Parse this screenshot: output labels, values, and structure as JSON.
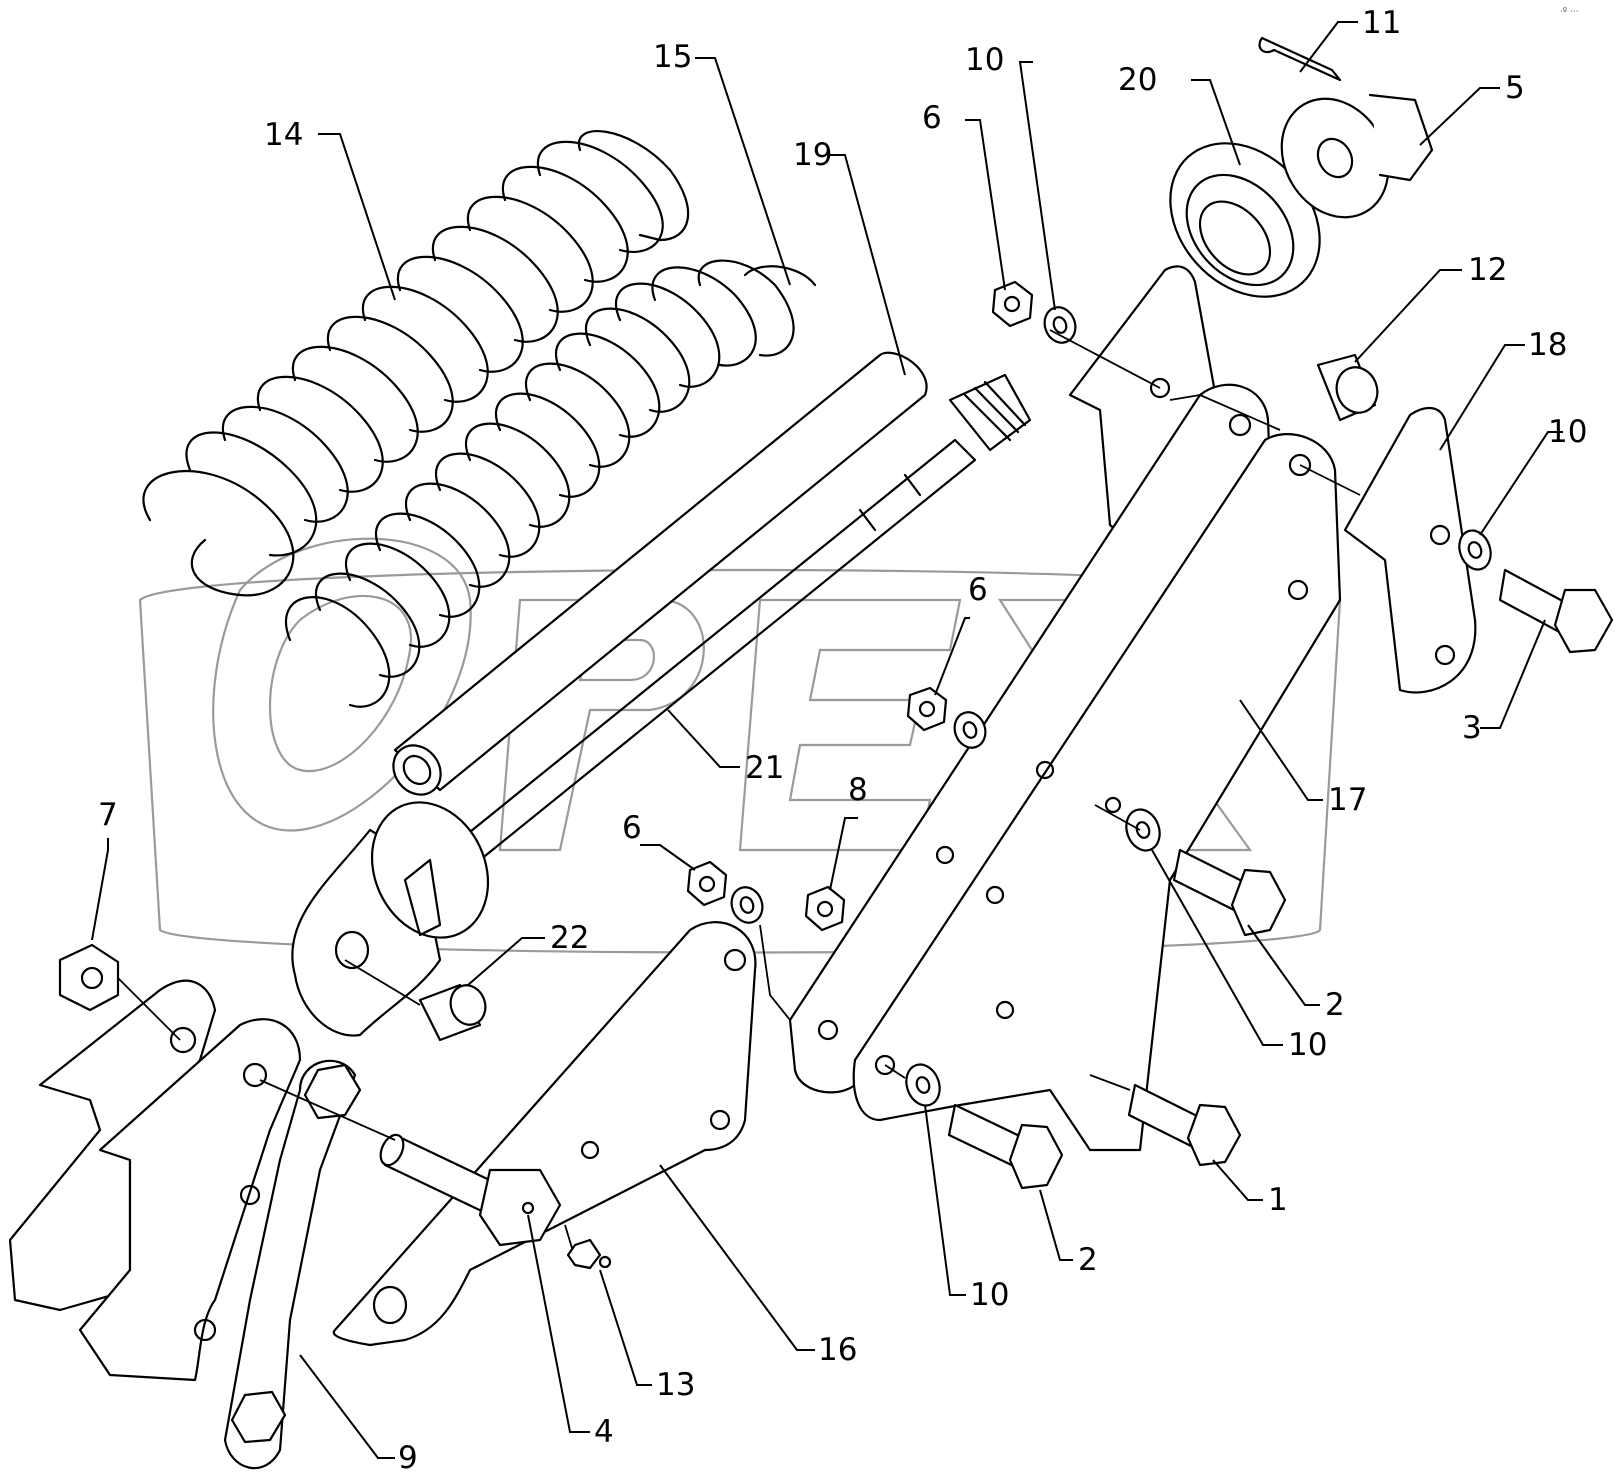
{
  "watermark": {
    "text": "OPEX",
    "color": "#9a9a9a"
  },
  "corner_mark": "·º ···",
  "callouts": [
    {
      "id": "c1",
      "text": "1"
    },
    {
      "id": "c2a",
      "text": "2"
    },
    {
      "id": "c2b",
      "text": "2"
    },
    {
      "id": "c3",
      "text": "3"
    },
    {
      "id": "c4",
      "text": "4"
    },
    {
      "id": "c5",
      "text": "5"
    },
    {
      "id": "c6a",
      "text": "6"
    },
    {
      "id": "c6b",
      "text": "6"
    },
    {
      "id": "c6c",
      "text": "6"
    },
    {
      "id": "c7",
      "text": "7"
    },
    {
      "id": "c8",
      "text": "8"
    },
    {
      "id": "c9",
      "text": "9"
    },
    {
      "id": "c10a",
      "text": "10"
    },
    {
      "id": "c10b",
      "text": "10"
    },
    {
      "id": "c10c",
      "text": "10"
    },
    {
      "id": "c10d",
      "text": "10"
    },
    {
      "id": "c11",
      "text": "11"
    },
    {
      "id": "c12",
      "text": "12"
    },
    {
      "id": "c13",
      "text": "13"
    },
    {
      "id": "c14",
      "text": "14"
    },
    {
      "id": "c15",
      "text": "15"
    },
    {
      "id": "c16",
      "text": "16"
    },
    {
      "id": "c17",
      "text": "17"
    },
    {
      "id": "c18",
      "text": "18"
    },
    {
      "id": "c19",
      "text": "19"
    },
    {
      "id": "c20",
      "text": "20"
    },
    {
      "id": "c21",
      "text": "21"
    },
    {
      "id": "c22",
      "text": "22"
    }
  ]
}
